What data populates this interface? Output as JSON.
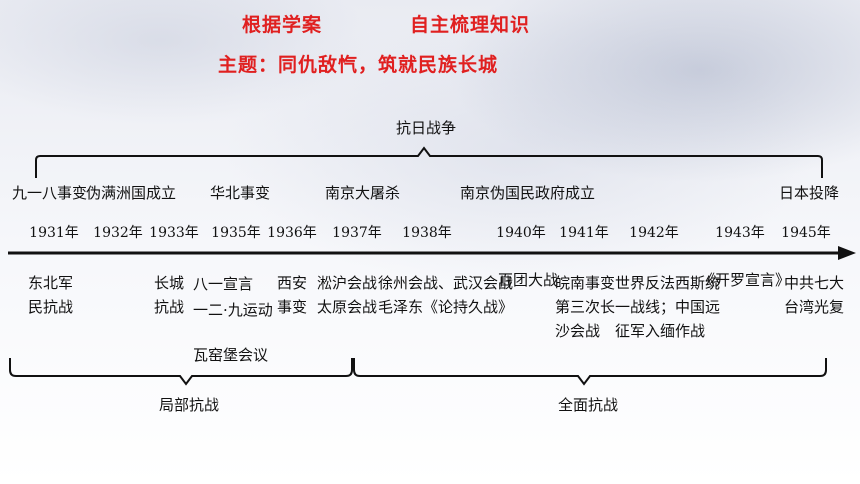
{
  "header": {
    "line1_left": "根据学案",
    "line1_right": "自主梳理知识",
    "line2": "主题：同仇敌忾，筑就民族长城"
  },
  "brackets": {
    "top": "抗日战争",
    "bottom_left": "局部抗战",
    "bottom_right": "全面抗战"
  },
  "timeline": {
    "years": [
      "1931年",
      "1932年",
      "1933年",
      "1935年",
      "1936年",
      "1937年",
      "1938年",
      "1940年",
      "1941年",
      "1942年",
      "1943年",
      "1945年"
    ],
    "events_above": [
      "九一八事变",
      "伪满洲国成立",
      "华北事变",
      "南京大屠杀",
      "南京伪国民政府成立",
      "日本投降"
    ],
    "events_below": [
      [
        "东北军",
        "民抗战"
      ],
      [
        "长城",
        "抗战"
      ],
      [
        "八一宣言",
        "一二·九运动"
      ],
      [
        "西安",
        "事变"
      ],
      [
        "瓦窑堡会议"
      ],
      [
        "淞沪会战",
        "太原会战"
      ],
      [
        "徐州会战、武汉会战",
        "毛泽东《论持久战》"
      ],
      [
        "百团大战"
      ],
      [
        "皖南事变",
        "第三次长",
        "沙会战"
      ],
      [
        "世界反法西斯统",
        "一战线；中国远",
        "征军入缅作战"
      ],
      [
        "《开罗宣言》"
      ],
      [
        "中共七大",
        "台湾光复"
      ]
    ]
  },
  "colors": {
    "title": "#e02020",
    "line": "#111111"
  }
}
